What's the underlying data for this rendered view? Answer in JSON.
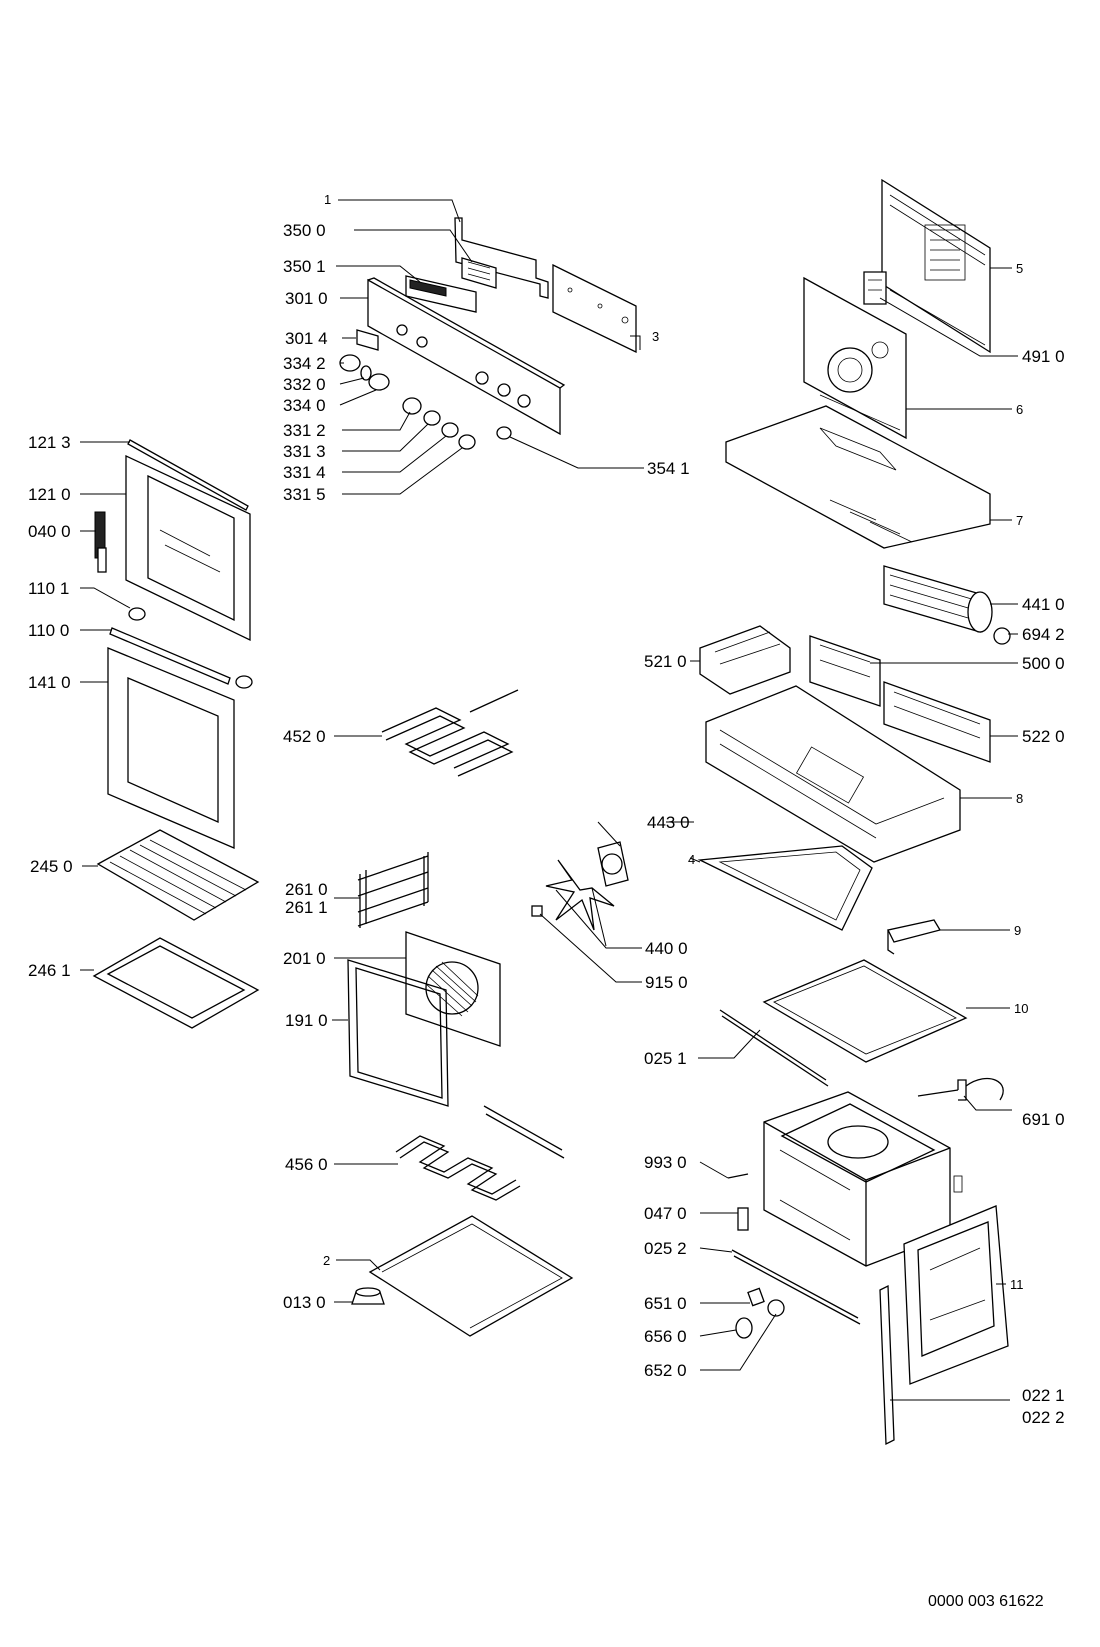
{
  "labels": {
    "p1": "1",
    "p350_0": "350 0",
    "p350_1": "350 1",
    "p301_0": "301 0",
    "p301_4": "301 4",
    "p334_2": "334 2",
    "p332_0": "332 0",
    "p334_0": "334 0",
    "p331_2": "331 2",
    "p331_3": "331 3",
    "p331_4": "331 4",
    "p331_5": "331 5",
    "p354_1": "354 1",
    "p3": "3",
    "p5": "5",
    "p491_0": "491 0",
    "p6": "6",
    "p7": "7",
    "p441_0": "441 0",
    "p694_2": "694 2",
    "p521_0": "521 0",
    "p500_0": "500 0",
    "p522_0": "522 0",
    "p8": "8",
    "p121_3": "121 3",
    "p121_0": "121 0",
    "p040_0": "040 0",
    "p110_1": "110 1",
    "p110_0": "110 0",
    "p141_0": "141 0",
    "p245_0": "245 0",
    "p246_1": "246 1",
    "p452_0": "452 0",
    "p443_0": "443 0",
    "p4": "4",
    "p261_0": "261 0",
    "p261_1": "261 1",
    "p201_0": "201 0",
    "p191_0": "191 0",
    "p440_0": "440 0",
    "p915_0": "915 0",
    "p9": "9",
    "p10": "10",
    "p025_1": "025 1",
    "p691_0": "691 0",
    "p456_0": "456 0",
    "p993_0": "993 0",
    "p047_0": "047 0",
    "p025_2": "025 2",
    "p2": "2",
    "p013_0": "013 0",
    "p651_0": "651 0",
    "p656_0": "656 0",
    "p652_0": "652 0",
    "p11": "11",
    "p022_1": "022 1",
    "p022_2": "022 2"
  },
  "document_number": "0000 003 61622"
}
